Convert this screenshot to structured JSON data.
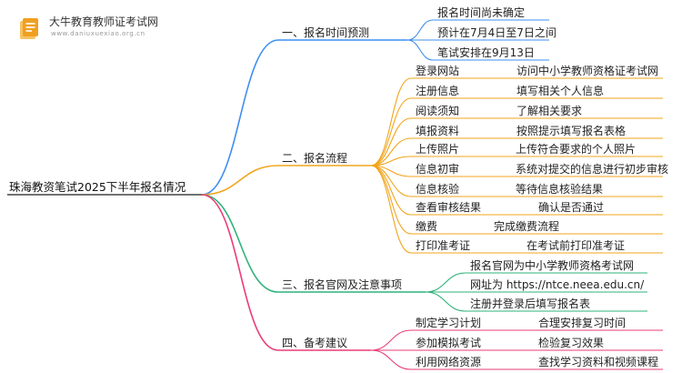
{
  "brand": {
    "name": "大牛教育教师证考试网",
    "url": "www.daniuxuexiao.org.cn"
  },
  "root": "珠海教资笔试2025下半年报名情况",
  "branches": [
    {
      "label": "一、报名时间预测",
      "items": [
        {
          "label": "报名时间尚未确定"
        },
        {
          "label": "预计在7月4日至7日之间"
        },
        {
          "label": "笔试安排在9月13日"
        }
      ]
    },
    {
      "label": "二、报名流程",
      "items": [
        {
          "label": "登录网站",
          "detail": "访问中小学教师资格证考试网"
        },
        {
          "label": "注册信息",
          "detail": "填写相关个人信息"
        },
        {
          "label": "阅读须知",
          "detail": "了解相关要求"
        },
        {
          "label": "填报资料",
          "detail": "按照提示填写报名表格"
        },
        {
          "label": "上传照片",
          "detail": "上传符合要求的个人照片"
        },
        {
          "label": "信息初审",
          "detail": "系统对提交的信息进行初步审核"
        },
        {
          "label": "信息核验",
          "detail": "等待信息核验结果"
        },
        {
          "label": "查看审核结果",
          "detail": "确认是否通过"
        },
        {
          "label": "缴费",
          "detail": "完成缴费流程"
        },
        {
          "label": "打印准考证",
          "detail": "在考试前打印准考证"
        }
      ]
    },
    {
      "label": "三、报名官网及注意事项",
      "items": [
        {
          "label": "报名官网为中小学教师资格考试网"
        },
        {
          "label": "网址为 https://ntce.neea.edu.cn/"
        },
        {
          "label": "注册并登录后填写报名表"
        }
      ]
    },
    {
      "label": "四、备考建议",
      "items": [
        {
          "label": "制定学习计划",
          "detail": "合理安排复习时间"
        },
        {
          "label": "参加模拟考试",
          "detail": "检验复习效果"
        },
        {
          "label": "利用网络资源",
          "detail": "查找学习资料和视频课程"
        }
      ]
    }
  ],
  "colors": {
    "branch1": "#3f8ff0",
    "branch2": "#f2a51c",
    "branch3": "#2fb37b",
    "branch4": "#ea3d7a",
    "logo": "#f0a021"
  }
}
